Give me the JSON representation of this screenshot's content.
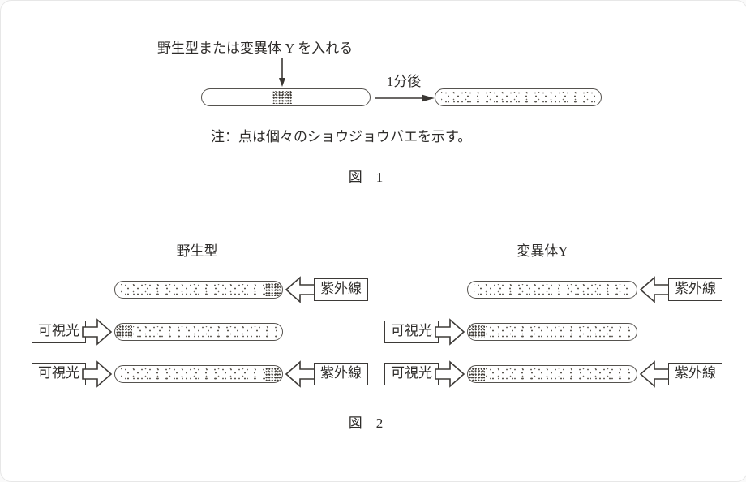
{
  "figure1": {
    "insert_label": "野生型または変異体 Y を入れる",
    "elapsed_label": "1分後",
    "note": "注：点は個々のショウジョウバエを示す。",
    "caption": "図　1",
    "tubes": [
      {
        "id": "before",
        "dots": "dense cluster of flies in middle"
      },
      {
        "id": "after-1-minute",
        "dots": "flies spread throughout tube"
      }
    ]
  },
  "figure2": {
    "caption": "図　2",
    "columns": [
      {
        "header": "野生型",
        "rows": [
          {
            "light_right": "紫外線",
            "dots": "spread with dense cluster at right end"
          },
          {
            "light_left": "可視光",
            "dots": "dense cluster at left end then spread"
          },
          {
            "light_left": "可視光",
            "light_right": "紫外線",
            "dots": "spread with dense cluster at right end"
          }
        ]
      },
      {
        "header": "変異体Y",
        "rows": [
          {
            "light_right": "紫外線",
            "dots": "spread evenly, no cluster"
          },
          {
            "light_left": "可視光",
            "dots": "dense cluster at left end then spread"
          },
          {
            "light_left": "可視光",
            "light_right": "紫外線",
            "dots": "dense cluster at left end then spread"
          }
        ]
      }
    ]
  }
}
